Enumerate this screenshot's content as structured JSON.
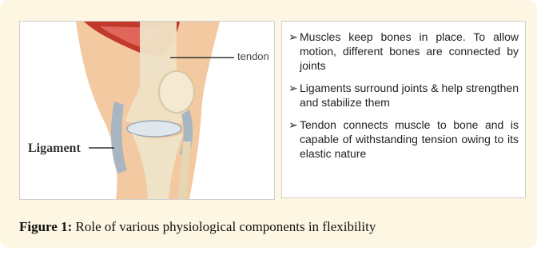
{
  "figure": {
    "illustration": {
      "labels": {
        "tendon": "tendon",
        "ligament": "Ligament"
      }
    },
    "bullets": [
      {
        "marker": "➢",
        "text": "Muscles keep bones in place. To allow motion, different bones are connected by joints"
      },
      {
        "marker": "➢",
        "text": "Ligaments surround joints & help strengthen and stabilize them"
      },
      {
        "marker": "➢",
        "text": "Tendon connects muscle to bone and is capable of withstanding tension owing to its elastic nature"
      }
    ],
    "caption": {
      "label": "Figure 1:",
      "text": " Role of various physiological components in flexibility"
    }
  },
  "colors": {
    "panel_background": "#fdf6e3",
    "muscle": "#c0392b",
    "skin": "#f2c9a0",
    "bone": "#efe3c7",
    "ligament": "#a9b6c2"
  }
}
